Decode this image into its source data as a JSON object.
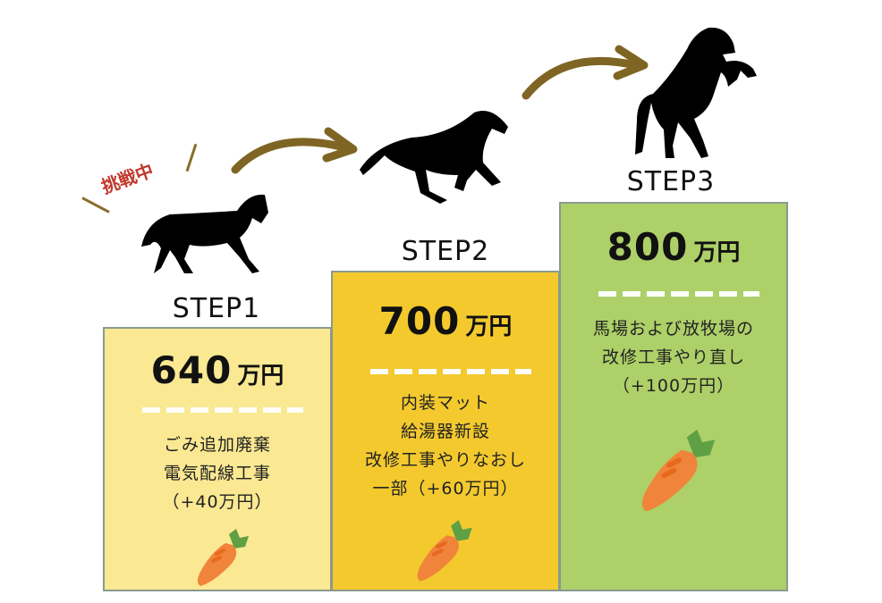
{
  "challenge_tag": "挑戦中",
  "steps": [
    {
      "label": "STEP1",
      "amount": "640",
      "unit": "万円",
      "description": [
        "ごみ追加廃棄",
        "電気配線工事",
        "（+40万円）"
      ],
      "color": "#fae892",
      "horse": "walking-horse-icon"
    },
    {
      "label": "STEP2",
      "amount": "700",
      "unit": "万円",
      "description": [
        "内装マット",
        "給湯器新設",
        "改修工事やりなおし",
        "一部（+60万円）"
      ],
      "color": "#f3c92e",
      "horse": "galloping-horse-icon"
    },
    {
      "label": "STEP3",
      "amount": "800",
      "unit": "万円",
      "description": [
        "馬場および放牧場の",
        "改修工事やり直し",
        "（+100万円）"
      ],
      "color": "#add068",
      "horse": "rearing-horse-icon"
    }
  ],
  "colors": {
    "arrow": "#7f6524",
    "tag": "#c0392b",
    "border": "#8a9a8e",
    "carrot": "#f0843a",
    "carrot_leaf": "#5fa044"
  }
}
